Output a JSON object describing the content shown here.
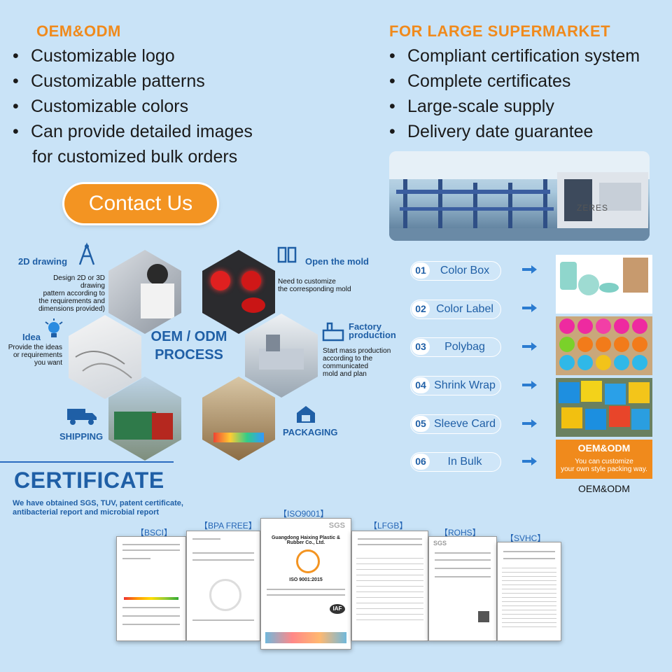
{
  "left": {
    "header": "OEM&ODM",
    "bullets": [
      "Customizable logo",
      "Customizable patterns",
      "Customizable colors",
      "Can provide detailed images"
    ],
    "bullet_cont": "for customized bulk orders",
    "contact_label": "Contact Us"
  },
  "right": {
    "header": "FOR LARGE SUPERMARKET",
    "bullets": [
      "Compliant certification system",
      "Complete certificates",
      "Large-scale supply",
      "Delivery date guarantee"
    ],
    "factory_sign": "ZERES"
  },
  "process": {
    "center_title_1": "OEM / ODM",
    "center_title_2": "PROCESS",
    "drawing": {
      "title": "2D drawing",
      "desc": [
        "Design 2D or 3D drawing",
        "pattern according to",
        "the requirements and",
        "dimensions provided)"
      ]
    },
    "mold": {
      "title": "Open the mold",
      "desc": [
        "Need to customize",
        "the corresponding mold"
      ]
    },
    "idea": {
      "title": "Idea",
      "desc": [
        "Provide the ideas",
        "or requirements",
        "you want"
      ]
    },
    "factory": {
      "title_1": "Factory",
      "title_2": "production",
      "desc": [
        "Start mass production",
        "according to the",
        "communicated",
        "mold and plan"
      ]
    },
    "shipping": {
      "title": "SHIPPING"
    },
    "packaging": {
      "title": "PACKAGING"
    }
  },
  "packing": {
    "steps": [
      {
        "num": "01",
        "label": "Color Box"
      },
      {
        "num": "02",
        "label": "Color Label"
      },
      {
        "num": "03",
        "label": "Polybag"
      },
      {
        "num": "04",
        "label": "Shrink Wrap"
      },
      {
        "num": "05",
        "label": "Sleeve Card"
      },
      {
        "num": "06",
        "label": "In Bulk"
      }
    ],
    "oem_card_title": "OEM&ODM",
    "oem_card_line1": "You can customize",
    "oem_card_line2": "your own style packing way.",
    "oem_caption": "OEM&ODM"
  },
  "certificate": {
    "title": "CERTIFICATE",
    "desc_1": "We have obtained SGS, TUV, patent certificate,",
    "desc_2": "antibacterial report and microbial report",
    "labels": [
      "【BSCI】",
      "【BPA FREE】",
      "【ISO9001】",
      "【LFGB】",
      "【ROHS】",
      "【SVHC】"
    ],
    "iso_company": "Guangdong Haixing Plastic & Rubber Co., Ltd.",
    "iso_standard": "ISO 9001:2015",
    "sgs": "SGS",
    "iaf": "IAF"
  },
  "colors": {
    "orange": "#f08a1c",
    "blue": "#1f5fa6",
    "background": "#c9e3f7"
  }
}
